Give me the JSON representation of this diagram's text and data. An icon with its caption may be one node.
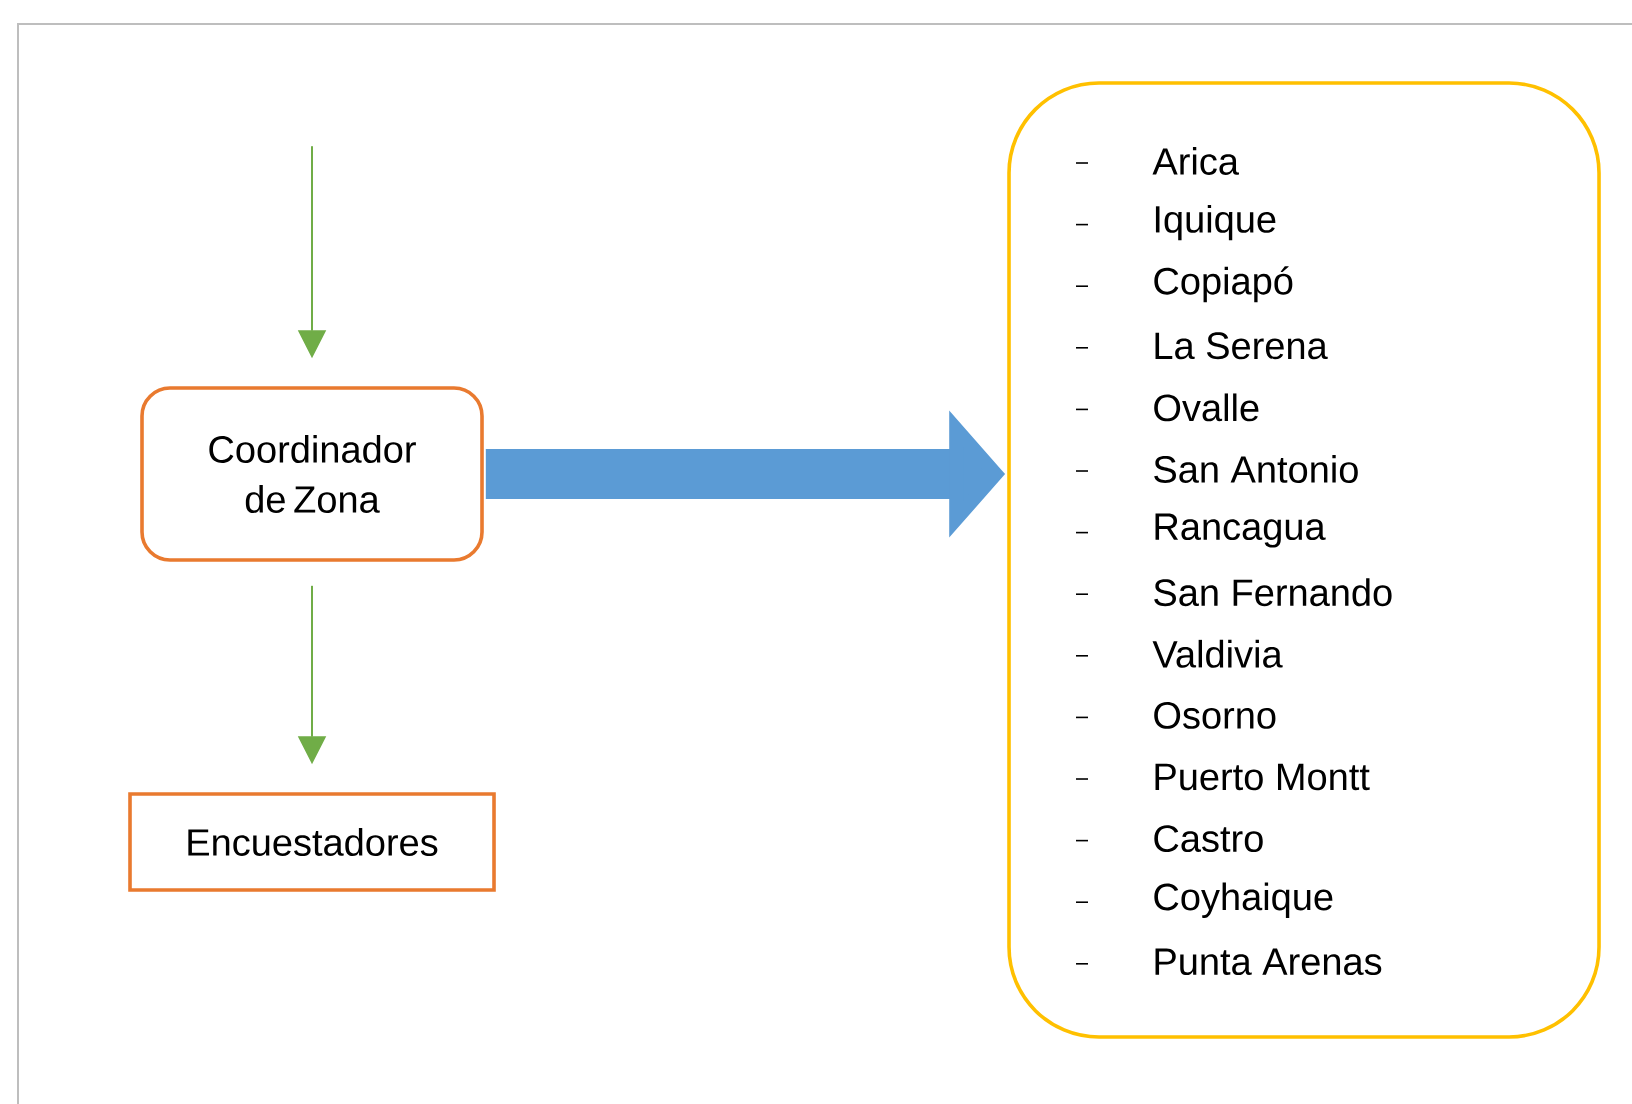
{
  "diagram": {
    "nodes": [
      {
        "text": [
          "Coordinador de Zona"
        ]
      },
      {
        "text": [
          "Encuestadores"
        ]
      },
      {
        "text": [
          "Arica",
          "Iquique",
          "Copiapó",
          "La Serena",
          "Ovalle",
          "San Antonio",
          "Rancagua",
          "San Fernando",
          "Valdivia",
          "Osorno",
          "Puerto Montt",
          "Castro",
          "Coyhaique",
          "Punta Arenas"
        ]
      }
    ],
    "edges": [
      {
        "from": null,
        "to": 0,
        "arrow": "to"
      },
      {
        "from": 0,
        "to": 1,
        "arrow": "to"
      },
      {
        "from": 0,
        "to": 2,
        "arrow": "to",
        "style": "thick",
        "color": "#5b9bd5"
      }
    ]
  }
}
